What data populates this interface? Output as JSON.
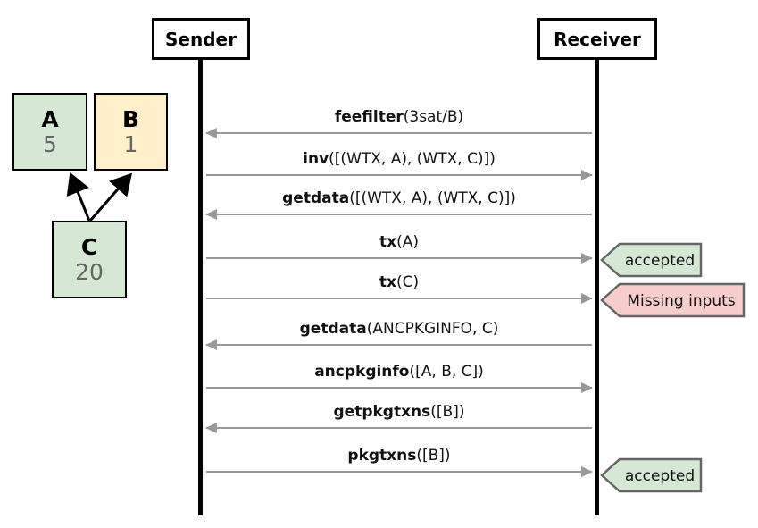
{
  "diagram_type": "protocol-sequence-diagram",
  "actors": {
    "sender": {
      "label": "Sender"
    },
    "receiver": {
      "label": "Receiver"
    }
  },
  "graph": {
    "nodes": [
      {
        "id": "A",
        "label": "A",
        "value": "5",
        "fill": "#d5e8d4"
      },
      {
        "id": "B",
        "label": "B",
        "value": "1",
        "fill": "#ffefca"
      },
      {
        "id": "C",
        "label": "C",
        "value": "20",
        "fill": "#d5e8d4"
      }
    ],
    "edges": [
      {
        "from": "C",
        "to": "A"
      },
      {
        "from": "C",
        "to": "B"
      }
    ]
  },
  "messages": [
    {
      "name": "feefilter",
      "args": "(3sat/B)",
      "direction": "receiver-to-sender"
    },
    {
      "name": "inv",
      "args": "([(WTX, A), (WTX, C)])",
      "direction": "sender-to-receiver"
    },
    {
      "name": "getdata",
      "args": "([(WTX, A), (WTX, C)])",
      "direction": "receiver-to-sender"
    },
    {
      "name": "tx",
      "args": "(A)",
      "direction": "sender-to-receiver",
      "result": "accepted"
    },
    {
      "name": "tx",
      "args": "(C)",
      "direction": "sender-to-receiver",
      "result": "Missing inputs"
    },
    {
      "name": "getdata",
      "args": "(ANCPKGINFO, C)",
      "direction": "receiver-to-sender"
    },
    {
      "name": "ancpkginfo",
      "args": "([A, B, C])",
      "direction": "sender-to-receiver"
    },
    {
      "name": "getpkgtxns",
      "args": "([B])",
      "direction": "receiver-to-sender"
    },
    {
      "name": "pkgtxns",
      "args": "([B])",
      "direction": "sender-to-receiver",
      "result": "accepted"
    }
  ],
  "badges": [
    {
      "label": "accepted",
      "type": "success",
      "fill": "#d5e8d4"
    },
    {
      "label": "Missing inputs",
      "type": "error",
      "fill": "#f8cecc"
    },
    {
      "label": "accepted",
      "type": "success",
      "fill": "#d5e8d4"
    }
  ],
  "colors": {
    "background": "#ffffff",
    "lifeline": "#000000",
    "message_arrow": "#999999",
    "node_green": "#d5e8d4",
    "node_yellow": "#ffefca",
    "badge_success": "#d5e8d4",
    "badge_error": "#f8cecc",
    "badge_border": "#666666",
    "node_value_text": "#666666"
  }
}
